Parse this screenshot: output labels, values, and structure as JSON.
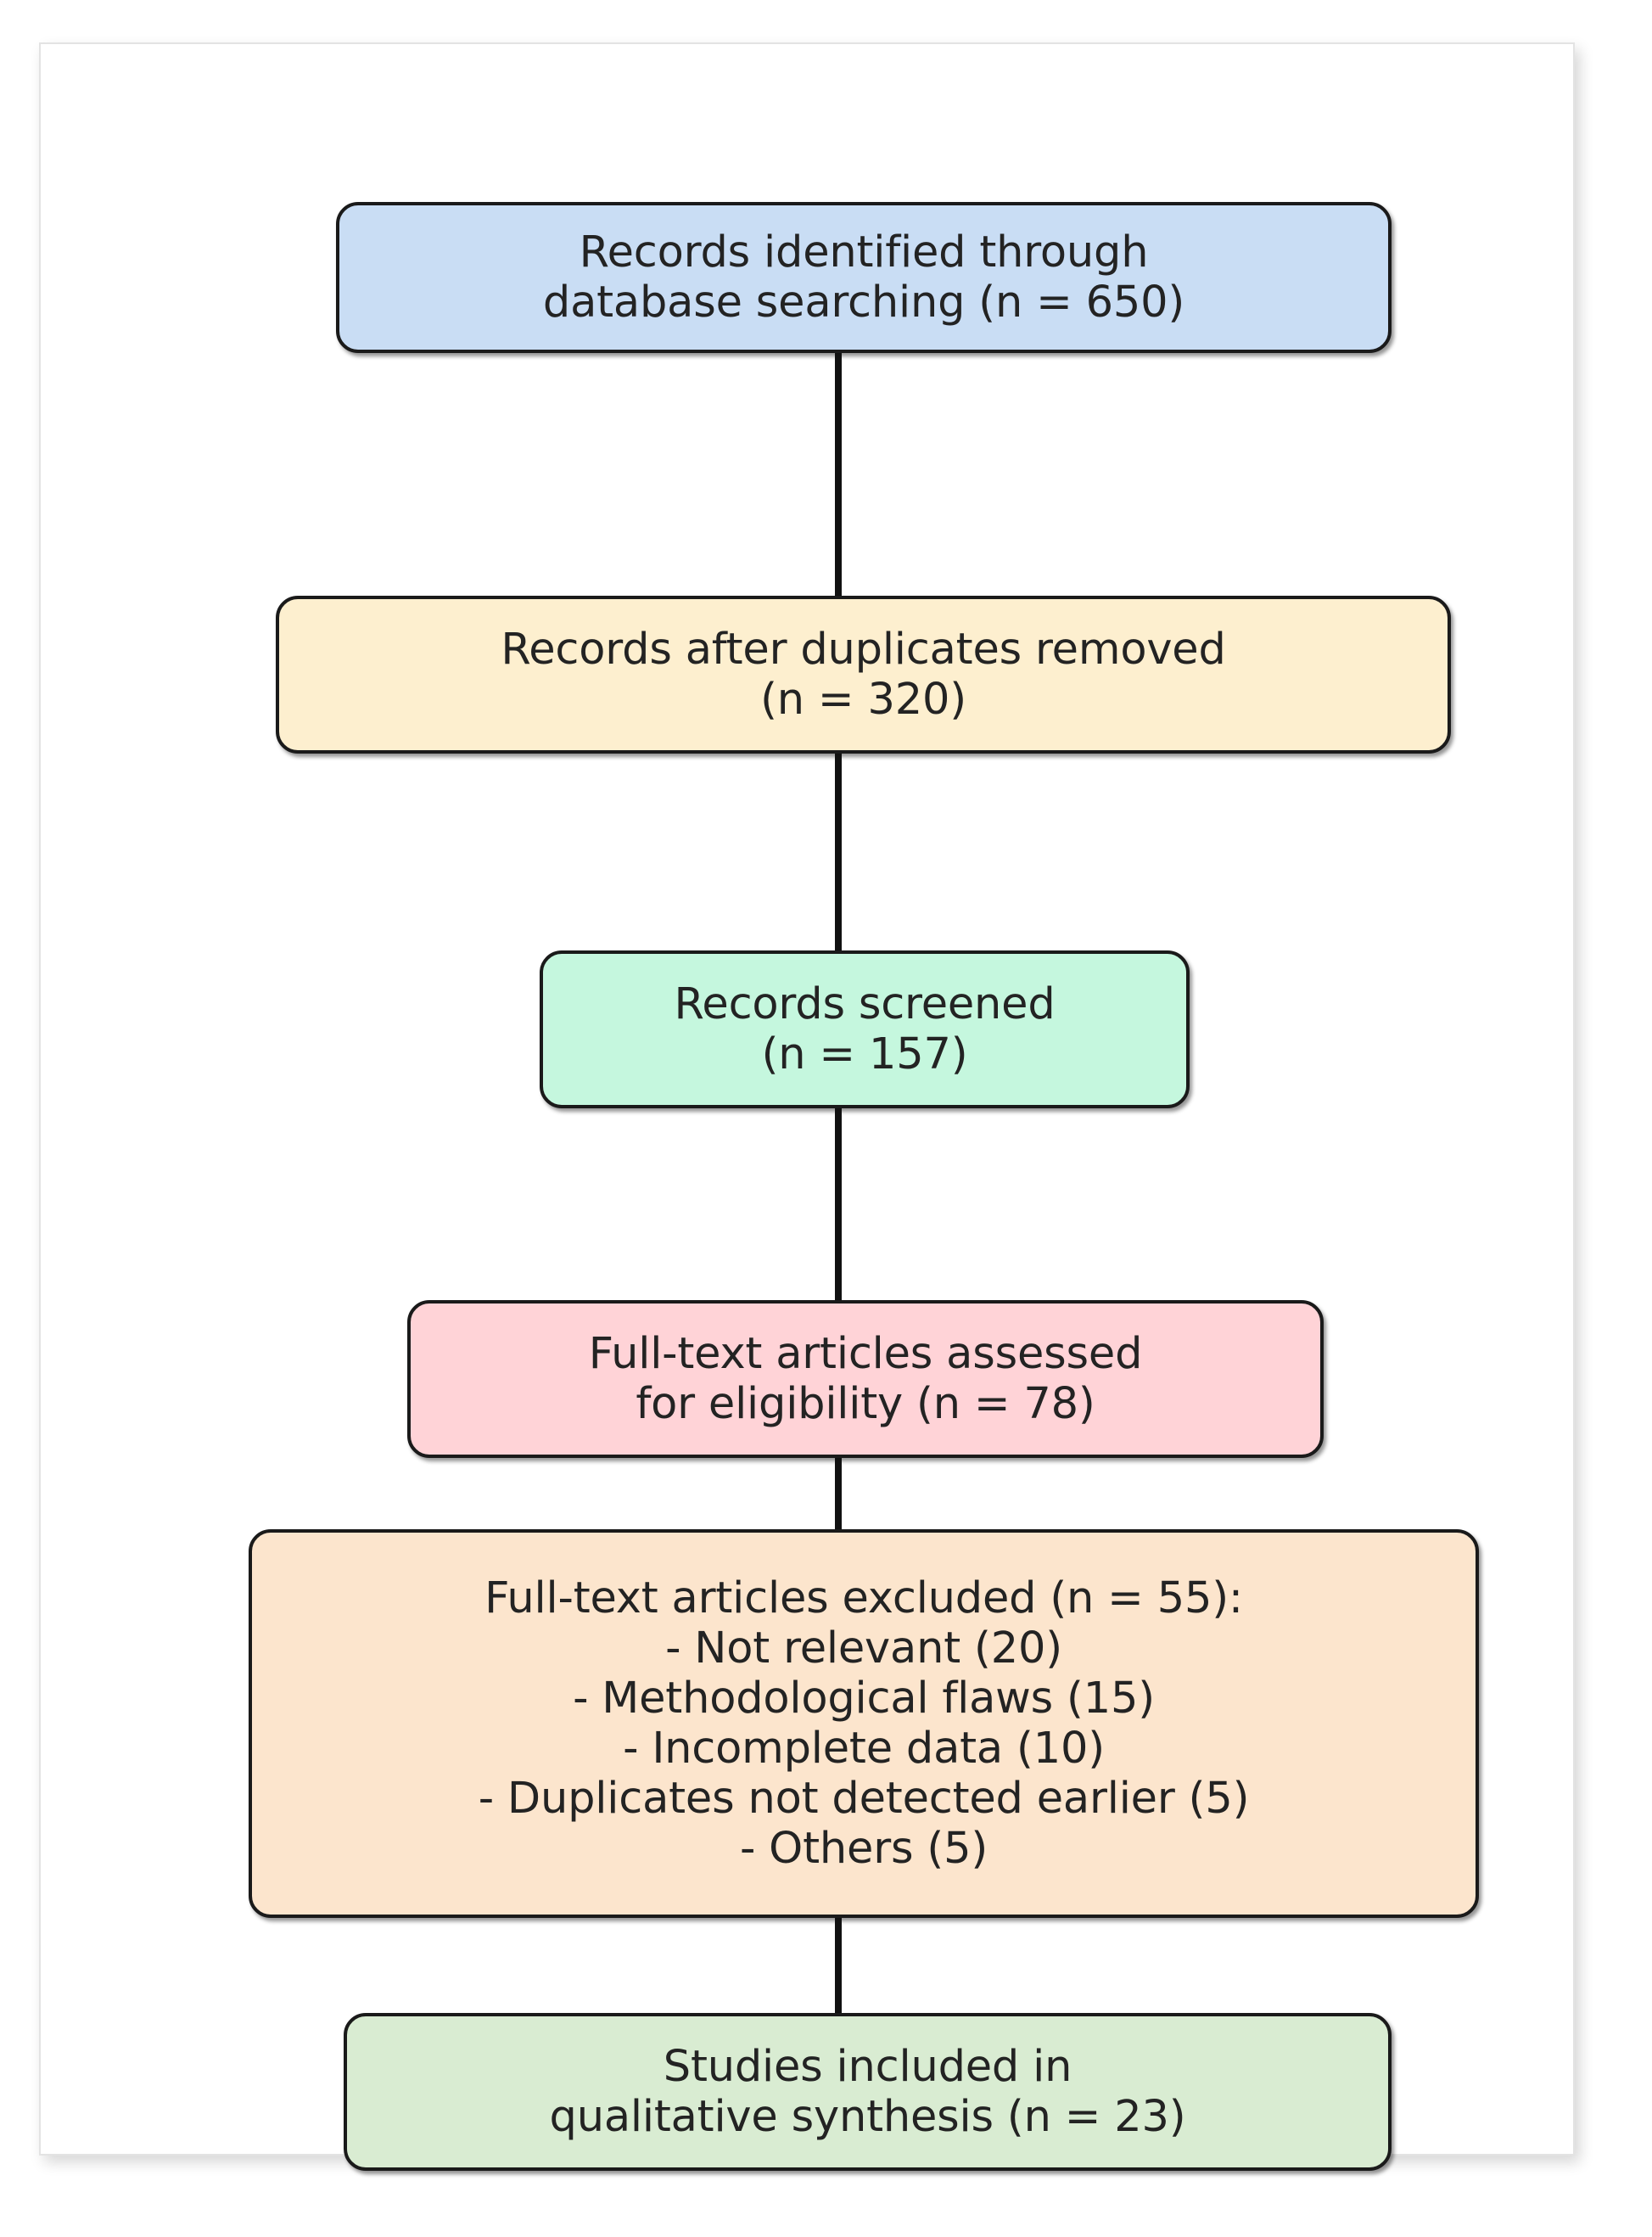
{
  "diagram": {
    "type": "prisma-flow-diagram",
    "orientation": "vertical",
    "background": "#ffffff",
    "border_color": "#1a1a1a",
    "text_color": "#232323",
    "connector_color": "#111111",
    "nodes": [
      {
        "id": "identified",
        "stage": "identification",
        "text": "Records identified through\ndatabase searching (n = 650)",
        "line1": "Records identified through",
        "line2": "database searching (n = 650)",
        "count": 650,
        "fill": "#c9ddf4"
      },
      {
        "id": "duplicates",
        "stage": "identification",
        "text": "Records after duplicates removed\n(n = 320)",
        "line1": "Records after duplicates removed",
        "line2": "(n = 320)",
        "count": 320,
        "fill": "#fdefcf"
      },
      {
        "id": "screened",
        "stage": "screening",
        "text": "Records screened\n(n = 157)",
        "line1": "Records screened",
        "line2": "(n = 157)",
        "count": 157,
        "fill": "#c5f7de"
      },
      {
        "id": "fulltext",
        "stage": "eligibility",
        "text": "Full-text articles assessed\nfor eligibility (n = 78)",
        "line1": "Full-text articles assessed",
        "line2": "for eligibility (n = 78)",
        "count": 78,
        "fill": "#ffd3d7"
      },
      {
        "id": "excluded",
        "stage": "eligibility",
        "text": "Full-text articles excluded (n = 55):\n- Not relevant (20)\n- Methodological flaws (15)\n- Incomplete data (10)\n- Duplicates not detected earlier (5)\n- Others (5)",
        "header": "Full-text articles excluded (n = 55):",
        "count": 55,
        "reasons": [
          {
            "label": "- Not relevant (20)",
            "reason": "Not relevant",
            "value": 20
          },
          {
            "label": "- Methodological flaws (15)",
            "reason": "Methodological flaws",
            "value": 15
          },
          {
            "label": "- Incomplete data (10)",
            "reason": "Incomplete data",
            "value": 10
          },
          {
            "label": "- Duplicates not detected earlier (5)",
            "reason": "Duplicates not detected earlier",
            "value": 5
          },
          {
            "label": "- Others (5)",
            "reason": "Others",
            "value": 5
          }
        ],
        "fill": "#fce5cd"
      },
      {
        "id": "included",
        "stage": "included",
        "text": "Studies included in\nqualitative synthesis (n = 23)",
        "line1": "Studies included in",
        "line2": "qualitative synthesis (n = 23)",
        "count": 23,
        "fill": "#d9ecd2"
      }
    ],
    "connectors": [
      {
        "id": "conn-1",
        "from": "identified",
        "to": "duplicates"
      },
      {
        "id": "conn-2",
        "from": "duplicates",
        "to": "screened"
      },
      {
        "id": "conn-3",
        "from": "screened",
        "to": "fulltext"
      },
      {
        "id": "conn-4",
        "from": "fulltext",
        "to": "excluded"
      },
      {
        "id": "conn-5",
        "from": "excluded",
        "to": "included"
      }
    ]
  }
}
